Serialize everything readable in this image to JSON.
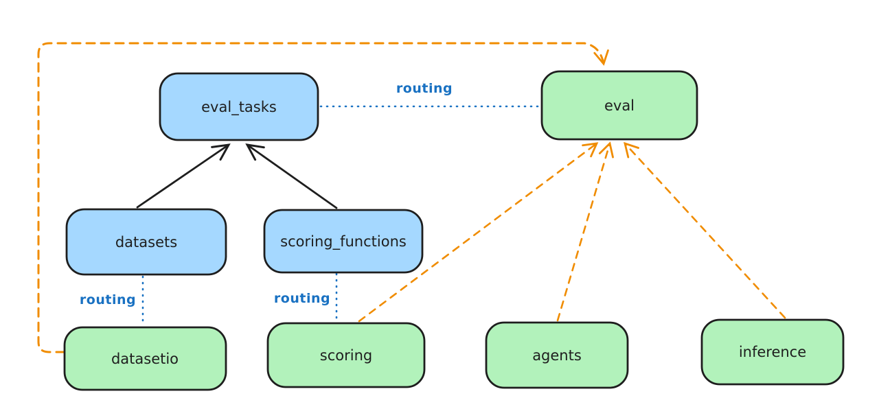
{
  "diagram": {
    "background": "#ffffff",
    "labels": {
      "routing": "routing"
    },
    "colors": {
      "registry_fill_blue": "#a5d8ff",
      "api_fill_green": "#b2f2bb",
      "node_stroke": "#1e1e1e",
      "routing_blue": "#1971c2",
      "dashed_orange": "#f08c00",
      "solid_arrow_black": "#1e1e1e"
    },
    "nodes": [
      {
        "id": "eval_tasks",
        "label": "eval_tasks",
        "fill": "#a5d8ff"
      },
      {
        "id": "eval",
        "label": "eval",
        "fill": "#b2f2bb"
      },
      {
        "id": "datasets",
        "label": "datasets",
        "fill": "#a5d8ff"
      },
      {
        "id": "scoring_functions",
        "label": "scoring_functions",
        "fill": "#a5d8ff"
      },
      {
        "id": "datasetio",
        "label": "datasetio",
        "fill": "#b2f2bb"
      },
      {
        "id": "scoring",
        "label": "scoring",
        "fill": "#b2f2bb"
      },
      {
        "id": "agents",
        "label": "agents",
        "fill": "#b2f2bb"
      },
      {
        "id": "inference",
        "label": "inference",
        "fill": "#b2f2bb"
      }
    ],
    "edges": [
      {
        "from": "datasets",
        "to": "eval_tasks",
        "style": "solid-arrow",
        "color": "#1e1e1e"
      },
      {
        "from": "scoring_functions",
        "to": "eval_tasks",
        "style": "solid-arrow",
        "color": "#1e1e1e"
      },
      {
        "from": "eval_tasks",
        "to": "eval",
        "style": "dotted",
        "color": "#1971c2",
        "label": "routing"
      },
      {
        "from": "datasets",
        "to": "datasetio",
        "style": "dotted",
        "color": "#1971c2",
        "label": "routing"
      },
      {
        "from": "scoring_functions",
        "to": "scoring",
        "style": "dotted",
        "color": "#1971c2",
        "label": "routing"
      },
      {
        "from": "datasetio",
        "to": "eval",
        "style": "dashed-arrow",
        "color": "#f08c00"
      },
      {
        "from": "scoring",
        "to": "eval",
        "style": "dashed-arrow",
        "color": "#f08c00"
      },
      {
        "from": "agents",
        "to": "eval",
        "style": "dashed-arrow",
        "color": "#f08c00"
      },
      {
        "from": "inference",
        "to": "eval",
        "style": "dashed-arrow",
        "color": "#f08c00"
      }
    ]
  }
}
